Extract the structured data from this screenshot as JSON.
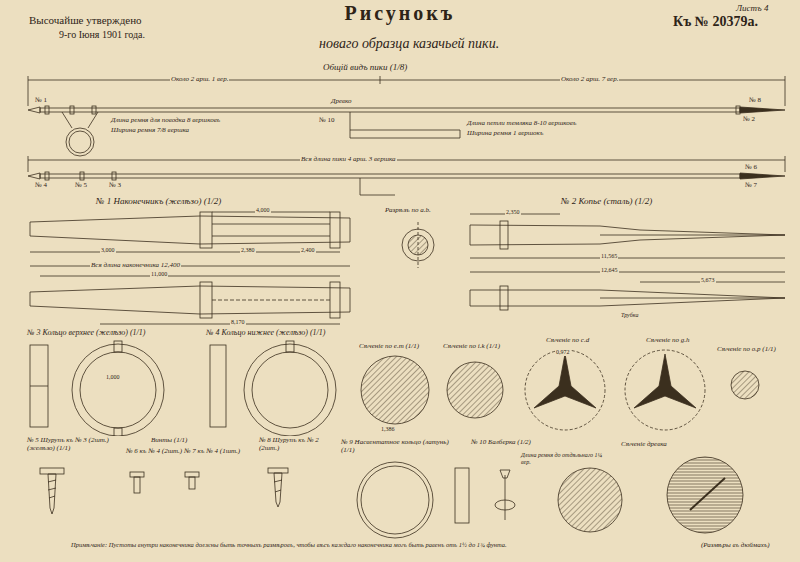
{
  "diagram": {
    "title": "Рисунокъ",
    "labels": [
      "Листъ 4",
      "Высочайше утверждено",
      "9-го Іюня 1901 года.",
      "Къ № 20379а.",
      "новаго образца казачьей пики.",
      "Около 2 арш. 1 вер.",
      "Общій видъ пики (1/8)",
      "Около 2 арш. 7 вер.",
      "№ 1",
      "№ 2",
      "№ 8",
      "Древко",
      "№ 10",
      "Длина ремня для поводка 8 вершковъ",
      "Ширина ремня 7/8 вершка",
      "Длина петли темляка 8-10 вершковъ",
      "Ширина ремня 1 вершокъ",
      "Вся длина пики 4 арш. 3 вершка",
      "№ 4",
      "№ 5",
      "№ 3",
      "№ 6",
      "№ 7",
      "№ 1 Наконечникъ (желѣзо) (1/2)",
      "№ 2 Копье (сталь) (1/2)",
      "Разрѣзъ по a.b.",
      "4,000",
      "2,380",
      "2,400",
      "3,000",
      "Вся длина наконечника 12,400",
      "11,000",
      "8,170",
      "12,645",
      "11,565",
      "2,350",
      "5,673",
      "Трубка",
      "№ 3 Кольцо верхнее (желѣзо) (1/1)",
      "№ 4 Кольцо нижнее (желѣзо) (1/1)",
      "Сѣченіе по e.m (1/1)",
      "Сѣченіе по i.k (1/1)",
      "Сѣченіе по c.d",
      "Сѣченіе по g.h",
      "Сѣченіе по o.p (1/1)",
      "№ 9 Насвентатное кольцо (латунь) (1/1)",
      "№ 10 Балберка (1/2)",
      "Длина ремня до отдѣльнаго 1¼ вер.",
      "Сѣченіе древка",
      "№ 5 Шурупъ къ № 3 (2шт.) (желѣзо) (1/1)",
      "Винты (1/1)",
      "№ 6 къ № 4 (2шт.) № 7 къ № 4 (1шт.)",
      "№ 8 Шурупъ къ № 2 (2шт.)",
      "Примѣчаніе: Пустоты внутри наконечника должны быть точныхъ размѣровъ, чтобы вѣсъ каждаго наконечника могъ быть равенъ отъ 1½ до 1¾ фунта.",
      "(Размѣры въ дюймахъ)",
      "1,386",
      "1,000",
      "0,972"
    ]
  }
}
